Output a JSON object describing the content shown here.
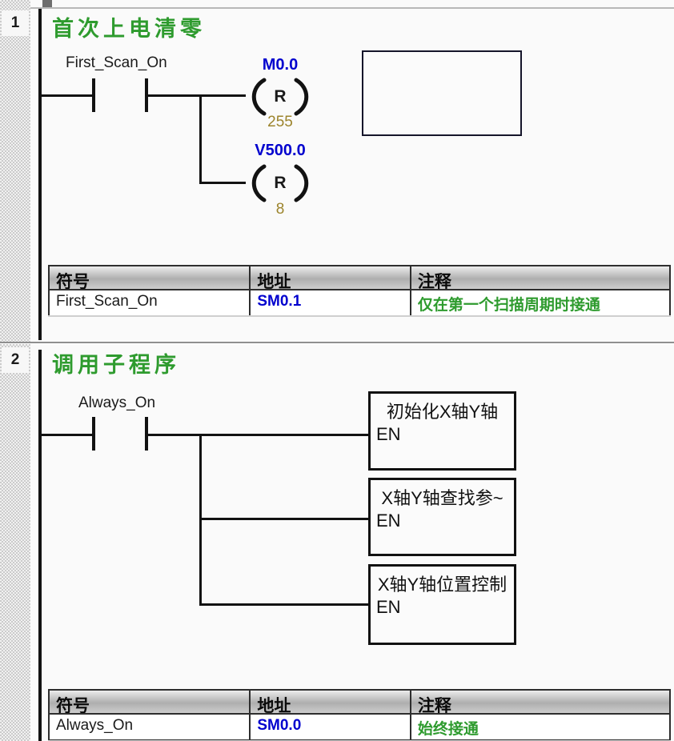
{
  "colors": {
    "network_title_green": "#2E9B2E",
    "address_blue": "#0000CE",
    "operand_olive": "#9C842C",
    "comment_green": "#2E9B2E",
    "wire_black": "#121212"
  },
  "networks": [
    {
      "number": "1",
      "title": "首次上电清零",
      "rung": {
        "contact": {
          "label": "First_Scan_On"
        },
        "coils": [
          {
            "address": "M0.0",
            "op": "R",
            "operand": "255"
          },
          {
            "address": "V500.0",
            "op": "R",
            "operand": "8"
          }
        ]
      },
      "symbol_table": {
        "headers": {
          "symbol": "符号",
          "address": "地址",
          "comment": "注释"
        },
        "rows": [
          {
            "symbol": "First_Scan_On",
            "address": "SM0.1",
            "comment": "仅在第一个扫描周期时接通"
          }
        ]
      }
    },
    {
      "number": "2",
      "title": "调用子程序",
      "rung": {
        "contact": {
          "label": "Always_On"
        },
        "subroutine_calls": [
          {
            "name": "初始化X轴Y轴",
            "en_label": "EN"
          },
          {
            "name": "X轴Y轴查找参~",
            "en_label": "EN"
          },
          {
            "name": "X轴Y轴位置控制",
            "en_label": "EN"
          }
        ]
      },
      "symbol_table": {
        "headers": {
          "symbol": "符号",
          "address": "地址",
          "comment": "注释"
        },
        "rows": [
          {
            "symbol": "Always_On",
            "address": "SM0.0",
            "comment": "始终接通"
          }
        ]
      }
    }
  ]
}
